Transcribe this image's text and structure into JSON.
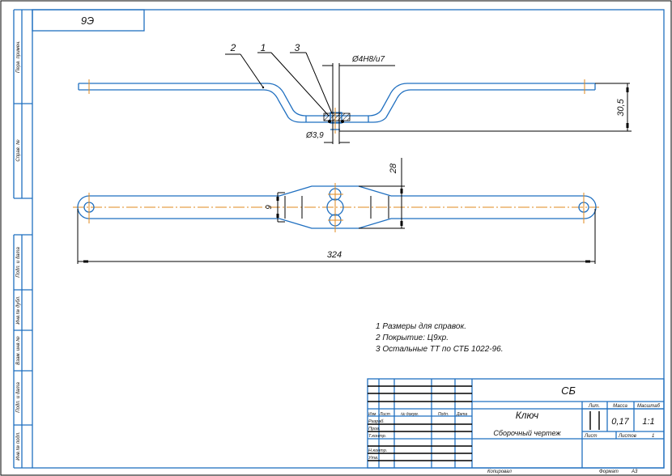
{
  "drawing": {
    "top_stamp": "9Э",
    "side_stamps": [
      "Перв. примен.",
      "Справ. №",
      "Подп. и дата",
      "Инв.№ дубл.",
      "Взам. инв.№",
      "Подп. и дата",
      "Инв.№ подл."
    ],
    "callouts": [
      "2",
      "1",
      "3"
    ],
    "dimensions": {
      "fit": "Ø4H8/u7",
      "pin_dia": "Ø3,9",
      "height": "30,5",
      "hub_width": "28",
      "bar_width": "9",
      "length": "324"
    },
    "notes": [
      "1 Размеры для справок.",
      "2 Покрытие: Ц9хр.",
      "3 Остальные ТТ по СТБ 1022-96."
    ]
  },
  "title_block": {
    "designation": "СБ",
    "name": "Ключ",
    "doc_type": "Сборочный чертеж",
    "col_headers": [
      "Изм",
      "Лист",
      "№ докум.",
      "Подп.",
      "Дата"
    ],
    "roles": [
      "Разраб.",
      "Пров.",
      "Т.контр.",
      "",
      "Н.контр.",
      "Утв."
    ],
    "lit_label": "Лит.",
    "mass_label": "Масса",
    "scale_label": "Масштаб",
    "mass": "0,17",
    "scale": "1:1",
    "sheet_label": "Лист",
    "sheets_label": "Листов",
    "sheets": "1",
    "copied_label": "Копировал",
    "format_label": "Формат",
    "format": "А3"
  }
}
